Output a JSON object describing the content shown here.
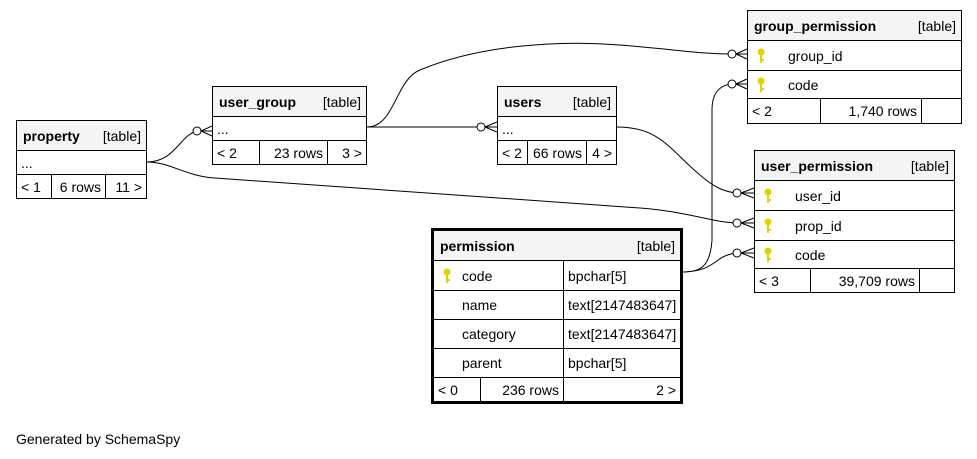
{
  "footer": "Generated by SchemaSpy",
  "colors": {
    "key_icon": "#e0d400",
    "header_bg": "#f4f4f4"
  },
  "tables": {
    "property": {
      "name": "property",
      "kind": "[table]",
      "ellipsis": "...",
      "stats": {
        "parents": "< 1",
        "rows": "6 rows",
        "children": "11 >"
      }
    },
    "user_group": {
      "name": "user_group",
      "kind": "[table]",
      "ellipsis": "...",
      "stats": {
        "parents": "< 2",
        "rows": "23 rows",
        "children": "3 >"
      }
    },
    "users": {
      "name": "users",
      "kind": "[table]",
      "ellipsis": "...",
      "stats": {
        "parents": "< 2",
        "rows": "66 rows",
        "children": "4 >"
      }
    },
    "group_permission": {
      "name": "group_permission",
      "kind": "[table]",
      "columns": [
        {
          "name": "group_id",
          "key": true
        },
        {
          "name": "code",
          "key": true
        }
      ],
      "stats": {
        "parents": "< 2",
        "rows": "1,740 rows"
      }
    },
    "user_permission": {
      "name": "user_permission",
      "kind": "[table]",
      "columns": [
        {
          "name": "user_id",
          "key": true
        },
        {
          "name": "prop_id",
          "key": true
        },
        {
          "name": "code",
          "key": true
        }
      ],
      "stats": {
        "parents": "< 3",
        "rows": "39,709 rows"
      }
    },
    "permission": {
      "name": "permission",
      "kind": "[table]",
      "columns": [
        {
          "name": "code",
          "type": "bpchar[5]",
          "key": true
        },
        {
          "name": "name",
          "type": "text[2147483647]",
          "key": false
        },
        {
          "name": "category",
          "type": "text[2147483647]",
          "key": false
        },
        {
          "name": "parent",
          "type": "bpchar[5]",
          "key": false
        }
      ],
      "stats": {
        "parents": "< 0",
        "rows": "236 rows",
        "children": "2 >"
      }
    }
  },
  "relationships": [
    {
      "from": "user_group",
      "to": "property"
    },
    {
      "from": "group_permission.group_id",
      "to": "user_group"
    },
    {
      "from": "users",
      "to": "user_group"
    },
    {
      "from": "user_permission.user_id",
      "to": "users"
    },
    {
      "from": "user_permission.prop_id",
      "to": "property"
    },
    {
      "from": "group_permission.code",
      "to": "permission.code"
    },
    {
      "from": "user_permission.code",
      "to": "permission.code"
    }
  ]
}
